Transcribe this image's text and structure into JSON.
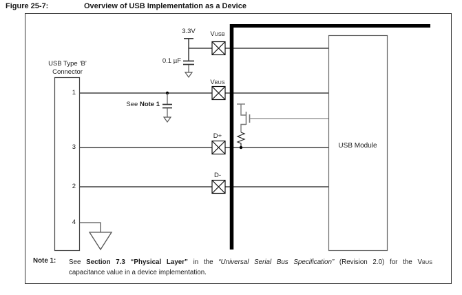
{
  "title": {
    "figure_label": "Figure 25-7:",
    "figure_title": "Overview of USB Implementation as a Device"
  },
  "connector": {
    "label_line1": "USB Type ‘B’",
    "label_line2": "Connector",
    "pins": [
      "1",
      "3",
      "2",
      "4"
    ]
  },
  "power": {
    "rail_label": "3.3V",
    "cap_label": "0.1 µF"
  },
  "pads": {
    "vusb": {
      "prefix": "V",
      "suffix": "USB"
    },
    "vbus": {
      "prefix": "V",
      "suffix": "BUS"
    },
    "dplus": "D+",
    "dminus": "D-"
  },
  "see_note": {
    "prefix": "See ",
    "bold": "Note 1"
  },
  "module": {
    "label": "USB Module"
  },
  "note": {
    "label": "Note 1:",
    "line1_seg1": "See ",
    "line1_seg2": "Section 7.3 “Physical Layer”",
    "line1_seg3": " in the ",
    "line1_seg4": "“Universal Serial Bus Specification”",
    "line1_seg5": " (Revision 2.0) for the V",
    "line1_seg6": "BUS",
    "line2": "capacitance value in a device implementation."
  },
  "colors": {
    "ink": "#1a1a1a",
    "frame": "#333333",
    "gray_symbol": "#555555",
    "fet_gray": "#777777",
    "gate_line_gray": "#9a9a9a",
    "boundary_black": "#000000"
  }
}
